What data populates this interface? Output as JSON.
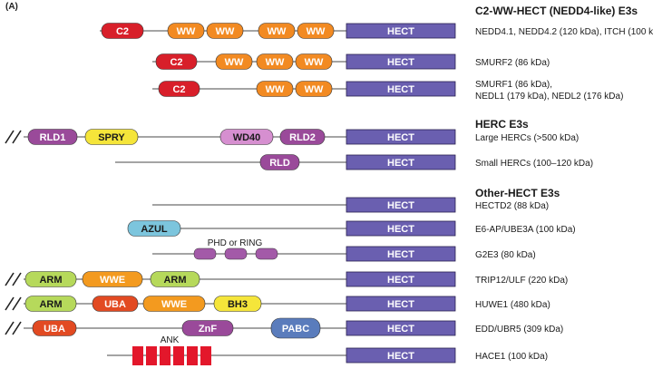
{
  "panel_label": "(A)",
  "colors": {
    "hect": "#6a5fb0",
    "c2": "#d81f2a",
    "ww": "#f28a22",
    "rld": "#9a4a9a",
    "spry": "#f5e53a",
    "wd40": "#d68fd0",
    "azul": "#7cc5dd",
    "phd": "#a35aa8",
    "arm": "#b6d95b",
    "wwe": "#f39a1f",
    "uba": "#e24a22",
    "bh3": "#f5e53a",
    "znf": "#9a4a9a",
    "pabc": "#5a7cbc",
    "ank": "#e3172b"
  },
  "sections": [
    {
      "id": "nedd4",
      "title": "C2-WW-HECT (NEDD4-like) E3s"
    },
    {
      "id": "herc",
      "title": "HERC E3s"
    },
    {
      "id": "other",
      "title": "Other-HECT E3s"
    }
  ],
  "rows": [
    {
      "label": "NEDD4.1, NEDD4.2 (120 kDa), ITCH (100 k",
      "domains": [
        "C2",
        "WW",
        "WW",
        "WW",
        "WW",
        "HECT"
      ]
    },
    {
      "label": "SMURF2 (86 kDa)",
      "domains": [
        "C2",
        "WW",
        "WW",
        "WW",
        "HECT"
      ]
    },
    {
      "label": "SMURF1 (86 kDa),",
      "label2": "NEDL1 (179 kDa), NEDL2 (176 kDa)",
      "domains": [
        "C2",
        "WW",
        "WW",
        "HECT"
      ]
    },
    {
      "label": "Large HERCs (>500 kDa)",
      "domains": [
        "RLD1",
        "SPRY",
        "WD40",
        "RLD2",
        "HECT"
      ]
    },
    {
      "label": "Small HERCs (100–120 kDa)",
      "domains": [
        "RLD",
        "HECT"
      ]
    },
    {
      "label": "HECTD2 (88 kDa)",
      "domains": [
        "HECT"
      ]
    },
    {
      "label": "E6-AP/UBE3A (100 kDa)",
      "domains": [
        "AZUL",
        "HECT"
      ]
    },
    {
      "label": "G2E3 (80 kDa)",
      "annotation": "PHD or RING",
      "domains": [
        "HECT"
      ]
    },
    {
      "label": "TRIP12/ULF (220 kDa)",
      "domains": [
        "ARM",
        "WWE",
        "ARM",
        "HECT"
      ]
    },
    {
      "label": "HUWE1 (480 kDa)",
      "domains": [
        "ARM",
        "UBA",
        "WWE",
        "BH3",
        "HECT"
      ]
    },
    {
      "label": "EDD/UBR5 (309 kDa)",
      "domains": [
        "UBA",
        "ZnF",
        "PABC",
        "HECT"
      ]
    },
    {
      "label": "HACE1 (100 kDa)",
      "annotation": "ANK",
      "domains": [
        "HECT"
      ]
    }
  ]
}
